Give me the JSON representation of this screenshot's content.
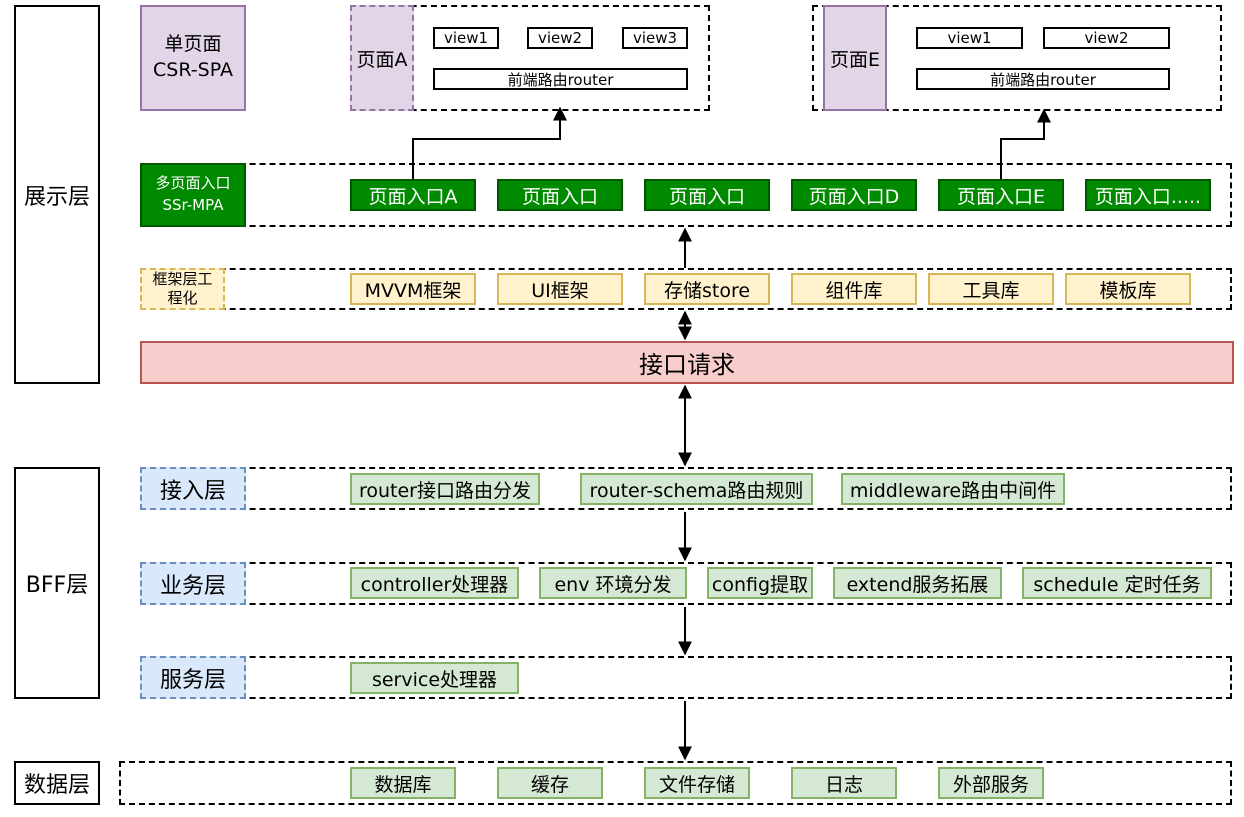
{
  "layers": {
    "presentation": "展示层",
    "bff": "BFF层",
    "data": "数据层"
  },
  "spa": {
    "label_line1": "单页面",
    "label_line2": "CSR-SPA",
    "page_a": {
      "name": "页面A",
      "views": [
        "view1",
        "view2",
        "view3"
      ],
      "router": "前端路由router"
    },
    "page_e": {
      "name": "页面E",
      "views": [
        "view1",
        "view2"
      ],
      "router": "前端路由router"
    }
  },
  "mpa": {
    "label_line1": "多页面入口",
    "label_line2": "SSr-MPA",
    "entries": [
      "页面入口A",
      "页面入口",
      "页面入口",
      "页面入口D",
      "页面入口E",
      "页面入口....."
    ]
  },
  "framework": {
    "label_line1": "框架层工",
    "label_line2": "程化",
    "items": [
      "MVVM框架",
      "UI框架",
      "存储store",
      "组件库",
      "工具库",
      "模板库"
    ]
  },
  "api_request": "接口请求",
  "access": {
    "label": "接入层",
    "items": [
      "router接口路由分发",
      "router-schema路由规则",
      "middleware路由中间件"
    ]
  },
  "business": {
    "label": "业务层",
    "items": [
      "controller处理器",
      "env 环境分发",
      "config提取",
      "extend服务拓展",
      "schedule 定时任务"
    ]
  },
  "service": {
    "label": "服务层",
    "items": [
      "service处理器"
    ]
  },
  "datalayer": {
    "items": [
      "数据库",
      "缓存",
      "文件存储",
      "日志",
      "外部服务"
    ]
  }
}
